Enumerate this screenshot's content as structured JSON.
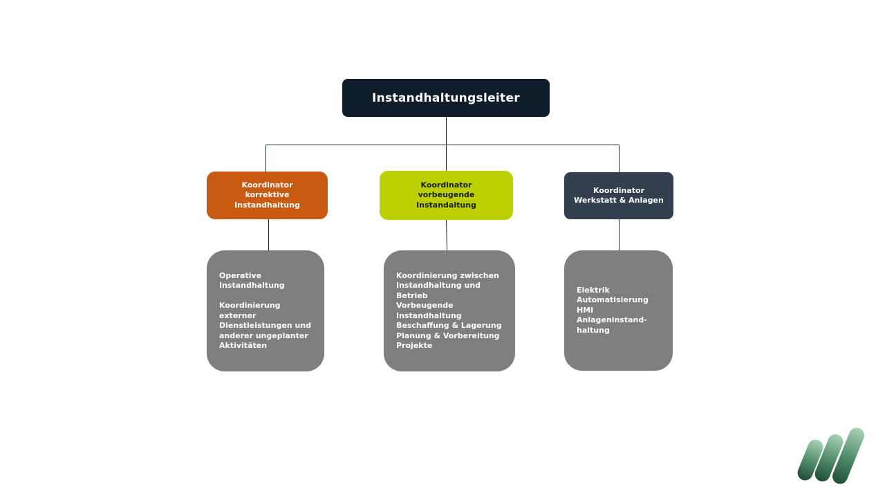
{
  "root": {
    "title": "Instandhaltungsleiter"
  },
  "coordinators": [
    {
      "lines": [
        "Koordinator",
        "korrektive",
        "Instandhaltung"
      ],
      "color": "#c85a12",
      "tasks": [
        "Operative",
        "Instandhaltung",
        "",
        "Koordinierung",
        "externer",
        "Dienstleistungen und",
        "anderer ungeplanter",
        "Aktivitäten"
      ]
    },
    {
      "lines": [
        "Koordinator",
        "vorbeugende",
        "Instandaltung"
      ],
      "color": "#bccf00",
      "tasks": [
        "Koordinierung zwischen",
        "Instandhaltung und",
        "Betrieb",
        "Vorbeugende",
        "Instandhaltung",
        "Beschaffung & Lagerung",
        "Planung & Vorbereitung",
        "Projekte"
      ]
    },
    {
      "lines": [
        "Koordinator",
        "Werkstatt & Anlagen"
      ],
      "color": "#333f4f",
      "tasks": [
        "Elektrik",
        "Automatisierung",
        "HMI",
        "Anlageninstand-",
        "haltung"
      ]
    }
  ],
  "colors": {
    "root_bg": "#0f1d2b",
    "task_bg": "#7f7f7f",
    "connector": "#1a2a3a",
    "logo": "#2e6b4a"
  },
  "logo": {
    "icon": "three-slanted-bars-logo-icon"
  }
}
